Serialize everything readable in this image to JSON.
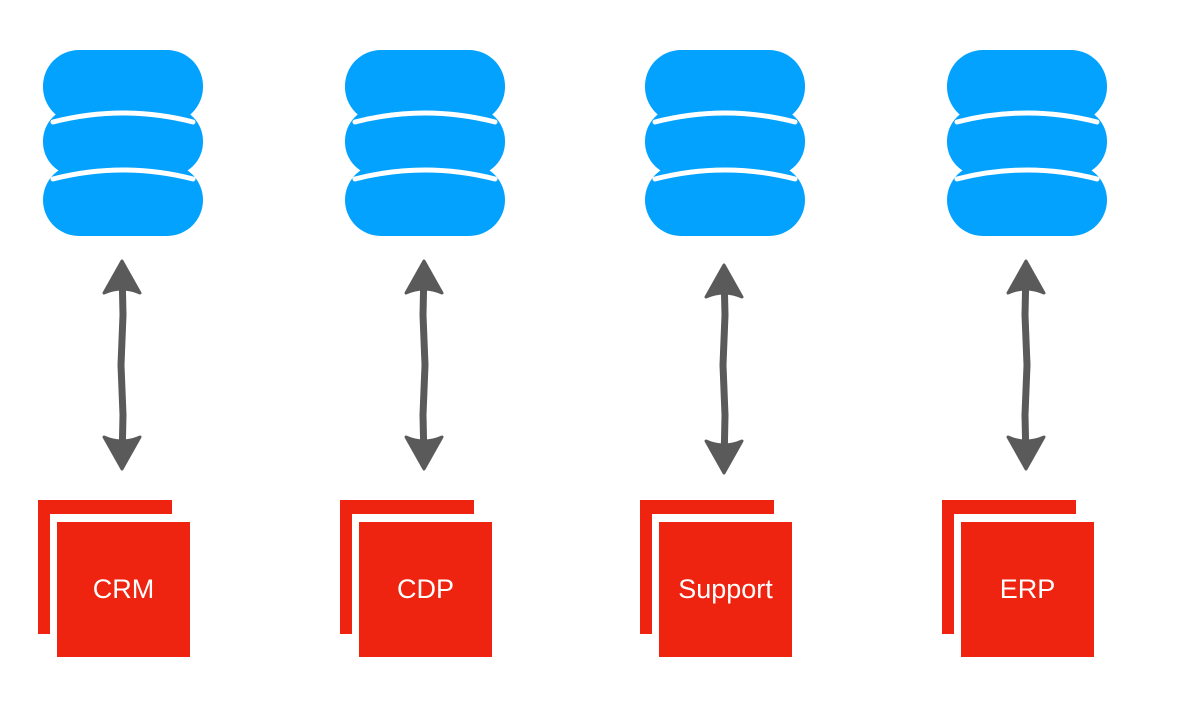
{
  "colors": {
    "database": "#02a2fe",
    "arrow": "#5a5a5a",
    "app": "#ee2411",
    "label": "#ffffff"
  },
  "icons": {
    "database": "database-icon",
    "arrow": "bidirectional-arrow-icon"
  },
  "systems": [
    {
      "label": "CRM"
    },
    {
      "label": "CDP"
    },
    {
      "label": "Support"
    },
    {
      "label": "ERP"
    }
  ]
}
